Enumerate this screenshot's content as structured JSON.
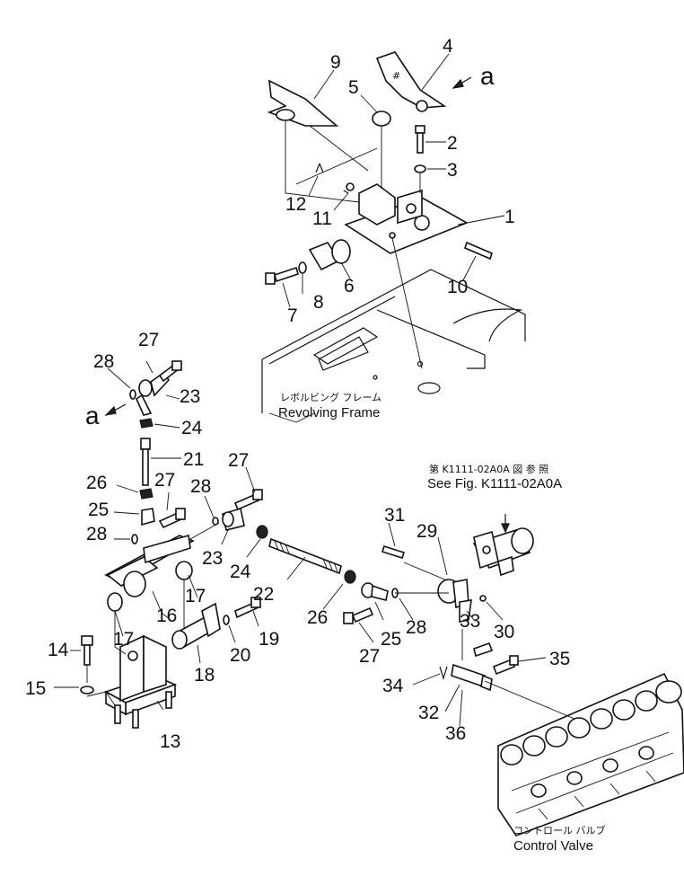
{
  "callouts": [
    {
      "id": "1",
      "label": "1"
    },
    {
      "id": "2",
      "label": "2"
    },
    {
      "id": "3",
      "label": "3"
    },
    {
      "id": "4",
      "label": "4"
    },
    {
      "id": "5",
      "label": "5"
    },
    {
      "id": "6",
      "label": "6"
    },
    {
      "id": "7",
      "label": "7"
    },
    {
      "id": "8",
      "label": "8"
    },
    {
      "id": "9",
      "label": "9"
    },
    {
      "id": "10",
      "label": "10"
    },
    {
      "id": "11",
      "label": "11"
    },
    {
      "id": "12",
      "label": "12"
    },
    {
      "id": "13",
      "label": "13"
    },
    {
      "id": "14",
      "label": "14"
    },
    {
      "id": "15",
      "label": "15"
    },
    {
      "id": "16",
      "label": "16"
    },
    {
      "id": "17a",
      "label": "17"
    },
    {
      "id": "17b",
      "label": "17"
    },
    {
      "id": "18",
      "label": "18"
    },
    {
      "id": "19",
      "label": "19"
    },
    {
      "id": "20",
      "label": "20"
    },
    {
      "id": "21",
      "label": "21"
    },
    {
      "id": "22",
      "label": "22"
    },
    {
      "id": "23a",
      "label": "23"
    },
    {
      "id": "23b",
      "label": "23"
    },
    {
      "id": "24a",
      "label": "24"
    },
    {
      "id": "24b",
      "label": "24"
    },
    {
      "id": "25a",
      "label": "25"
    },
    {
      "id": "25b",
      "label": "25"
    },
    {
      "id": "26a",
      "label": "26"
    },
    {
      "id": "26b",
      "label": "26"
    },
    {
      "id": "27a",
      "label": "27"
    },
    {
      "id": "27b",
      "label": "27"
    },
    {
      "id": "27c",
      "label": "27"
    },
    {
      "id": "27d",
      "label": "27"
    },
    {
      "id": "28a",
      "label": "28"
    },
    {
      "id": "28b",
      "label": "28"
    },
    {
      "id": "28c",
      "label": "28"
    },
    {
      "id": "28d",
      "label": "28"
    },
    {
      "id": "29",
      "label": "29"
    },
    {
      "id": "30",
      "label": "30"
    },
    {
      "id": "31",
      "label": "31"
    },
    {
      "id": "32",
      "label": "32"
    },
    {
      "id": "33",
      "label": "33"
    },
    {
      "id": "34",
      "label": "34"
    },
    {
      "id": "35",
      "label": "35"
    },
    {
      "id": "36",
      "label": "36"
    },
    {
      "id": "a1",
      "label": "a"
    },
    {
      "id": "a2",
      "label": "a"
    }
  ],
  "labels": {
    "revolving_frame_jp": "レボルビング フレーム",
    "revolving_frame_en": "Revolving Frame",
    "see_fig_jp": "第 K1111-02A0A 図 参 照",
    "see_fig_en": "See Fig. K1111-02A0A",
    "control_valve_jp": "コントロール バルブ",
    "control_valve_en": "Control Valve"
  }
}
